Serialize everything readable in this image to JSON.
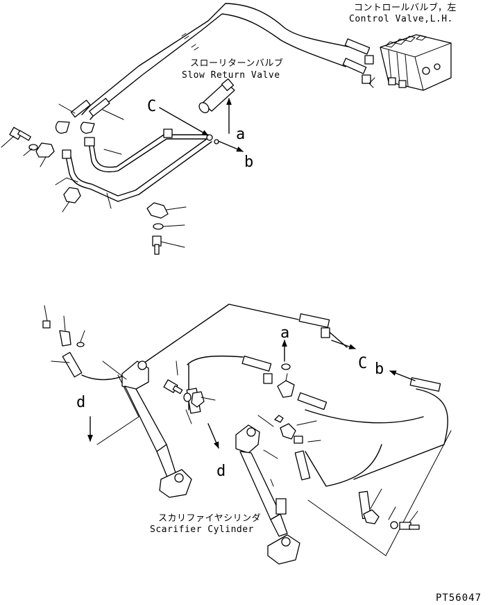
{
  "labels": {
    "control_valve_jp": "コントロールバルブ，左",
    "control_valve_en": "Control Valve,L.H.",
    "slow_return_jp": "スローリターンバルブ",
    "slow_return_en": "Slow Return Valve",
    "scarifier_jp": "スカリファイヤシリンダ",
    "scarifier_en": "Scarifier Cylinder",
    "drawing_code": "PT56047"
  },
  "connection_letters": {
    "top_c": "C",
    "top_a": "a",
    "top_b": "b",
    "bottom_a": "a",
    "bottom_c": "C",
    "bottom_b": "b",
    "bottom_d_left": "d",
    "bottom_d_center": "d"
  }
}
